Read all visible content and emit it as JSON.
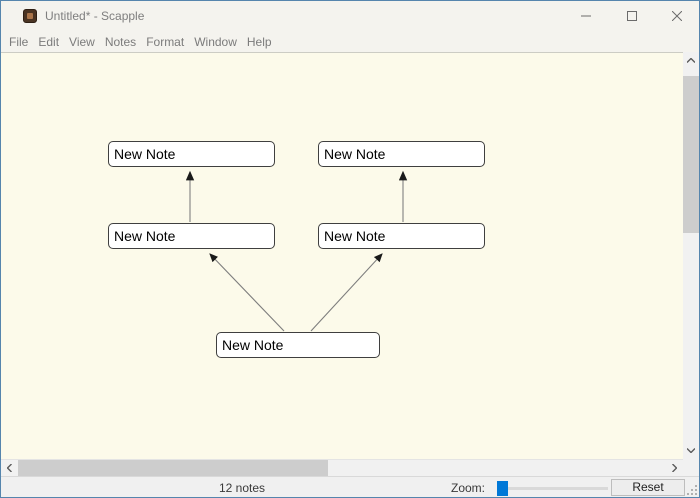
{
  "window": {
    "title": "Untitled* - Scapple"
  },
  "menu": {
    "items": [
      "File",
      "Edit",
      "View",
      "Notes",
      "Format",
      "Window",
      "Help"
    ]
  },
  "canvas": {
    "notes": [
      {
        "id": "top-left",
        "label": "New Note"
      },
      {
        "id": "top-right",
        "label": "New Note"
      },
      {
        "id": "middle-left",
        "label": "New Note"
      },
      {
        "id": "middle-right",
        "label": "New Note"
      },
      {
        "id": "bottom-center",
        "label": "New Note"
      }
    ],
    "connections": [
      {
        "from": "middle-left",
        "to": "top-left",
        "type": "arrow"
      },
      {
        "from": "middle-right",
        "to": "top-right",
        "type": "arrow"
      },
      {
        "from": "bottom-center",
        "to": "middle-left",
        "type": "arrow"
      },
      {
        "from": "bottom-center",
        "to": "middle-right",
        "type": "arrow"
      }
    ]
  },
  "status_bar": {
    "note_count": "12 notes",
    "zoom_label": "Zoom:",
    "reset_label": "Reset"
  },
  "icons": {
    "app_icon": "scapple-corkboard",
    "minimize_icon": "horizontal-line",
    "maximize_icon": "square-outline",
    "close_icon": "x-cross",
    "scroll_up_icon": "chevron-up",
    "scroll_down_icon": "chevron-down",
    "scroll_left_icon": "chevron-left",
    "scroll_right_icon": "chevron-right",
    "resize_grip_icon": "diagonal-dots"
  },
  "colors": {
    "window_border": "#5585ad",
    "titlebar_bg": "#f4f3ee",
    "canvas_bg": "#fcfaea",
    "note_bg": "#ffffff",
    "note_border": "#3f3f3f",
    "arrow_line": "#8a8a8a",
    "arrowhead": "#1a1a1a",
    "scrollbar_thumb": "#cdcdcd",
    "statusbar_bg": "#f0f0f0",
    "zoom_thumb_blue": "#0078d7"
  }
}
